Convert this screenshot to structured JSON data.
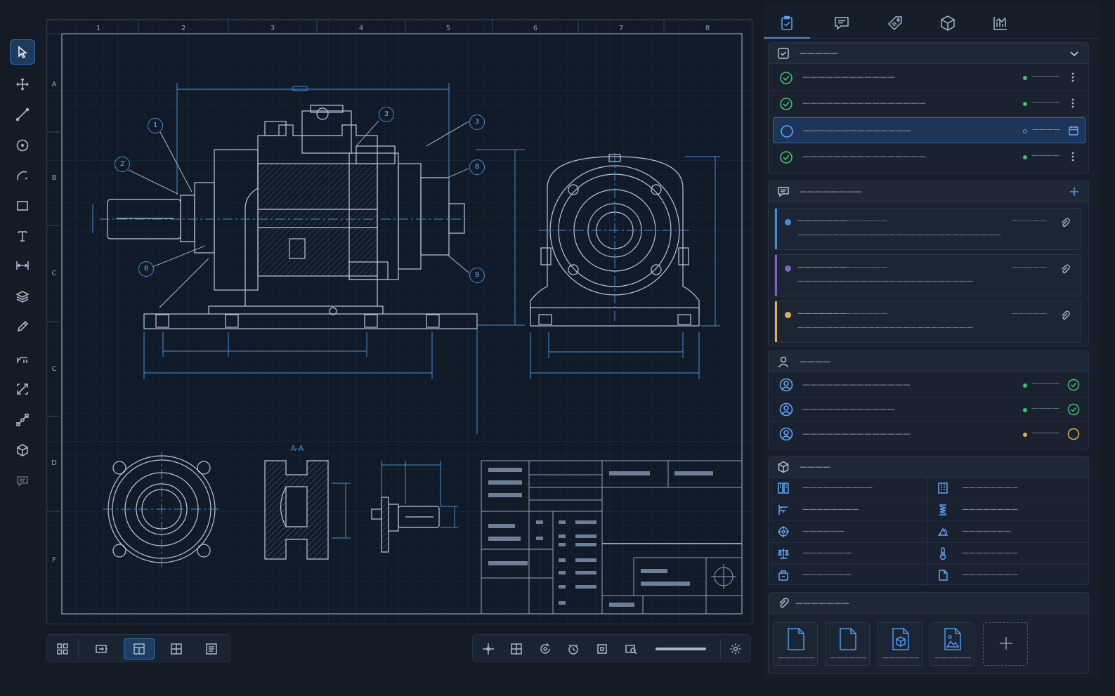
{
  "toolbar": {
    "tools": [
      "select-icon",
      "move-icon",
      "line-icon",
      "circle-icon",
      "arc-icon",
      "rectangle-icon",
      "text-icon",
      "dimension-icon",
      "layers-icon",
      "pencil-icon",
      "leader-icon",
      "scale-icon",
      "node-edit-icon",
      "3d-cube-icon",
      "comment-icon"
    ],
    "active_tool": "select-icon"
  },
  "drawing": {
    "column_labels": [
      "1",
      "2",
      "3",
      "4",
      "5",
      "6",
      "7",
      "8"
    ],
    "row_labels": [
      "A",
      "B",
      "C",
      "C",
      "D",
      "F"
    ],
    "section_label": "A-A",
    "balloons": [
      {
        "n": "1"
      },
      {
        "n": "2"
      },
      {
        "n": "3"
      },
      {
        "n": "3"
      },
      {
        "n": "8"
      },
      {
        "n": "8"
      },
      {
        "n": "9"
      }
    ],
    "line_color": "#b9c8dc",
    "dimension_color": "#3d8fe0"
  },
  "bottom_toolbar": {
    "left_buttons": [
      "grid-view-icon",
      "fit-view-icon",
      "single-view-icon",
      "quad-view-icon",
      "sheet-list-icon"
    ],
    "active_view": "single-view-icon",
    "right_buttons": [
      "snap-icon",
      "grid-toggle-icon",
      "rotate-icon",
      "history-icon",
      "crop-icon",
      "measure-icon"
    ],
    "settings": "settings-icon"
  },
  "panel": {
    "tabs": [
      "tasks-tab-icon",
      "comments-tab-icon",
      "tags-tab-icon",
      "model-tab-icon",
      "analytics-tab-icon"
    ],
    "active_tab": "tasks-tab-icon",
    "tasks": {
      "title": "—————",
      "items": [
        {
          "label": "————————————",
          "status": "————",
          "state": "done",
          "dot": "#3cc46a"
        },
        {
          "label": "————————————————",
          "status": "————",
          "state": "done",
          "dot": "#3cc46a"
        },
        {
          "label": "——————————————",
          "status": "————",
          "state": "open",
          "dot": "#5aa7ff"
        },
        {
          "label": "————————————————",
          "status": "————",
          "state": "done",
          "dot": "#3cc46a"
        }
      ]
    },
    "comments": {
      "title": "————————",
      "items": [
        {
          "author": "———————",
          "time": "——————",
          "date": "—————",
          "text": "—————————————————————————————",
          "color": "#3b8ee8"
        },
        {
          "author": "———————",
          "time": "——————",
          "date": "—————",
          "text": "—————————————————————————",
          "color": "#7d5fd6"
        },
        {
          "author": "———————",
          "time": "——————",
          "date": "—————",
          "text": "—————————————————————————",
          "color": "#e6b13c"
        }
      ]
    },
    "reviewers": {
      "title": "————",
      "items": [
        {
          "name": "——————————————",
          "status": "————",
          "dot": "#3cc46a",
          "state": "approved"
        },
        {
          "name": "————————————",
          "status": "————",
          "dot": "#3cc46a",
          "state": "approved"
        },
        {
          "name": "——————————————",
          "status": "————",
          "dot": "#e6b13c",
          "state": "pending"
        }
      ]
    },
    "properties": {
      "title": "————",
      "left": [
        {
          "icon": "part-icon",
          "label": "——————————"
        },
        {
          "icon": "hierarchy-icon",
          "label": "————————"
        },
        {
          "icon": "target-icon",
          "label": "——————"
        },
        {
          "icon": "balance-icon",
          "label": "———————"
        },
        {
          "icon": "material-icon",
          "label": "———————"
        }
      ],
      "right": [
        {
          "icon": "building-icon",
          "label": "————————"
        },
        {
          "icon": "spring-icon",
          "label": "————————"
        },
        {
          "icon": "surface-icon",
          "label": "———————"
        },
        {
          "icon": "temperature-icon",
          "label": "————————"
        },
        {
          "icon": "document-icon",
          "label": "————————"
        }
      ]
    },
    "attachments": {
      "title": "———————",
      "files": [
        {
          "type": "document-icon",
          "name": "——————"
        },
        {
          "type": "document-icon",
          "name": "——————"
        },
        {
          "type": "3d-file-icon",
          "name": "——————"
        },
        {
          "type": "image-file-icon",
          "name": "——————"
        }
      ],
      "add": "add-file-icon"
    }
  },
  "colors": {
    "accent": "#3b8ee8",
    "success": "#3cc46a",
    "warning": "#e6b13c",
    "purple": "#7d5fd6",
    "canvas_bg": "#111b28"
  }
}
